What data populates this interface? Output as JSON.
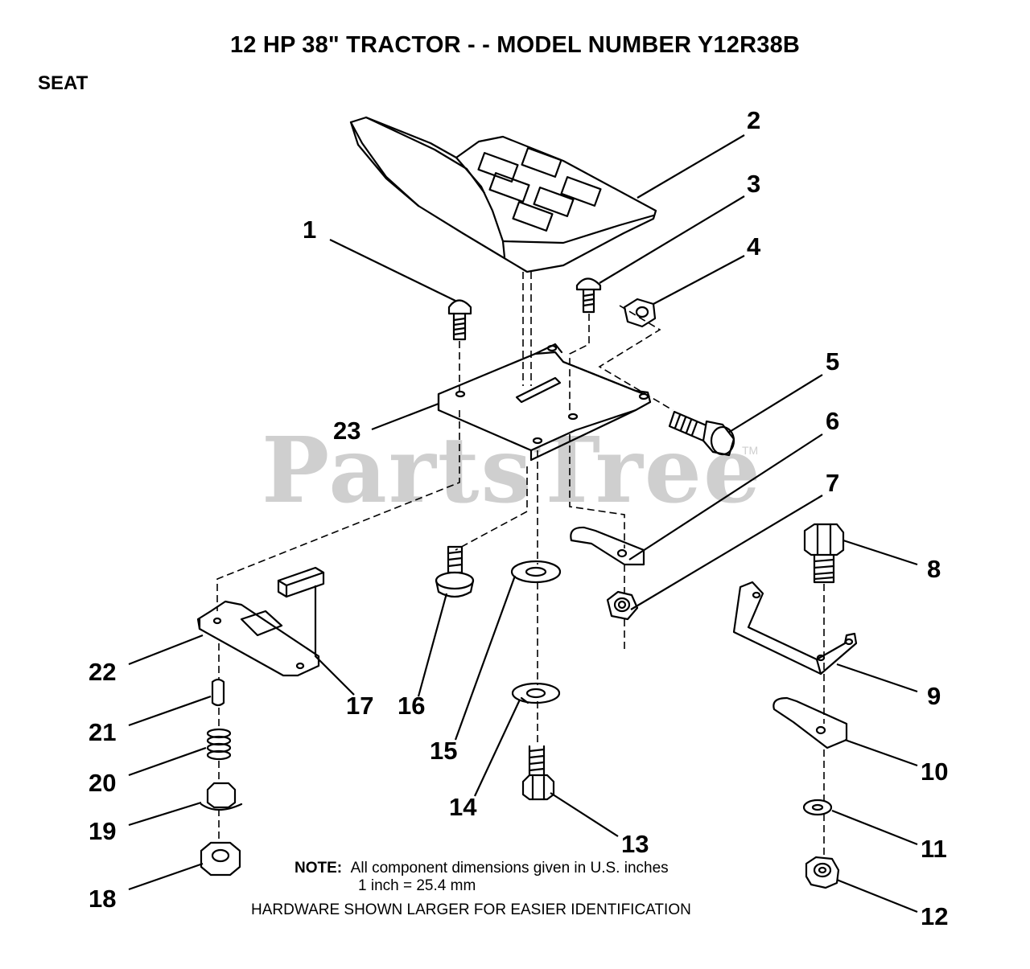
{
  "title": "12 HP 38\" TRACTOR - - MODEL NUMBER Y12R38B",
  "section": "SEAT",
  "watermark": "PartsTree",
  "watermark_tm": "TM",
  "note": {
    "label": "NOTE:",
    "line1": "All component dimensions given in U.S. inches",
    "line2": "1 inch = 25.4 mm"
  },
  "hardware_note": "HARDWARE SHOWN LARGER FOR EASIER IDENTIFICATION",
  "callouts": [
    "1",
    "2",
    "3",
    "4",
    "5",
    "6",
    "7",
    "8",
    "9",
    "10",
    "11",
    "12",
    "13",
    "14",
    "15",
    "16",
    "17",
    "18",
    "19",
    "20",
    "21",
    "22",
    "23"
  ]
}
